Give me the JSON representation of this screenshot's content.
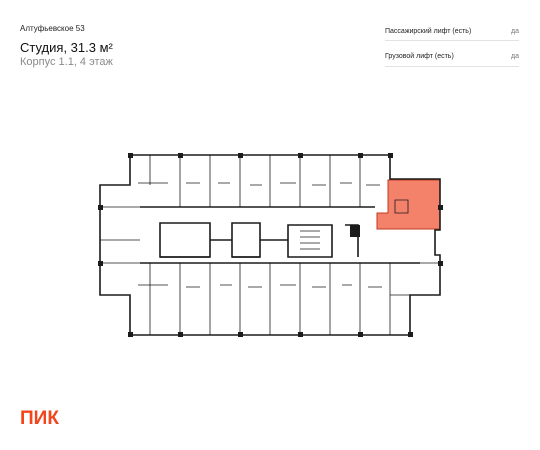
{
  "project_name": "Алтуфьевское 53",
  "apartment": {
    "title": "Студия, 31.3 м²",
    "subtitle": "Корпус 1.1, 4 этаж"
  },
  "features": [
    {
      "label": "Пассажирский лифт (есть)",
      "value": "да"
    },
    {
      "label": "Грузовой лифт (есть)",
      "value": "да"
    }
  ],
  "brand": {
    "logo_text": "ПИК",
    "color": "#f2451c"
  },
  "colors": {
    "highlight": "#f4826b",
    "wall": "#1b1b1b"
  }
}
